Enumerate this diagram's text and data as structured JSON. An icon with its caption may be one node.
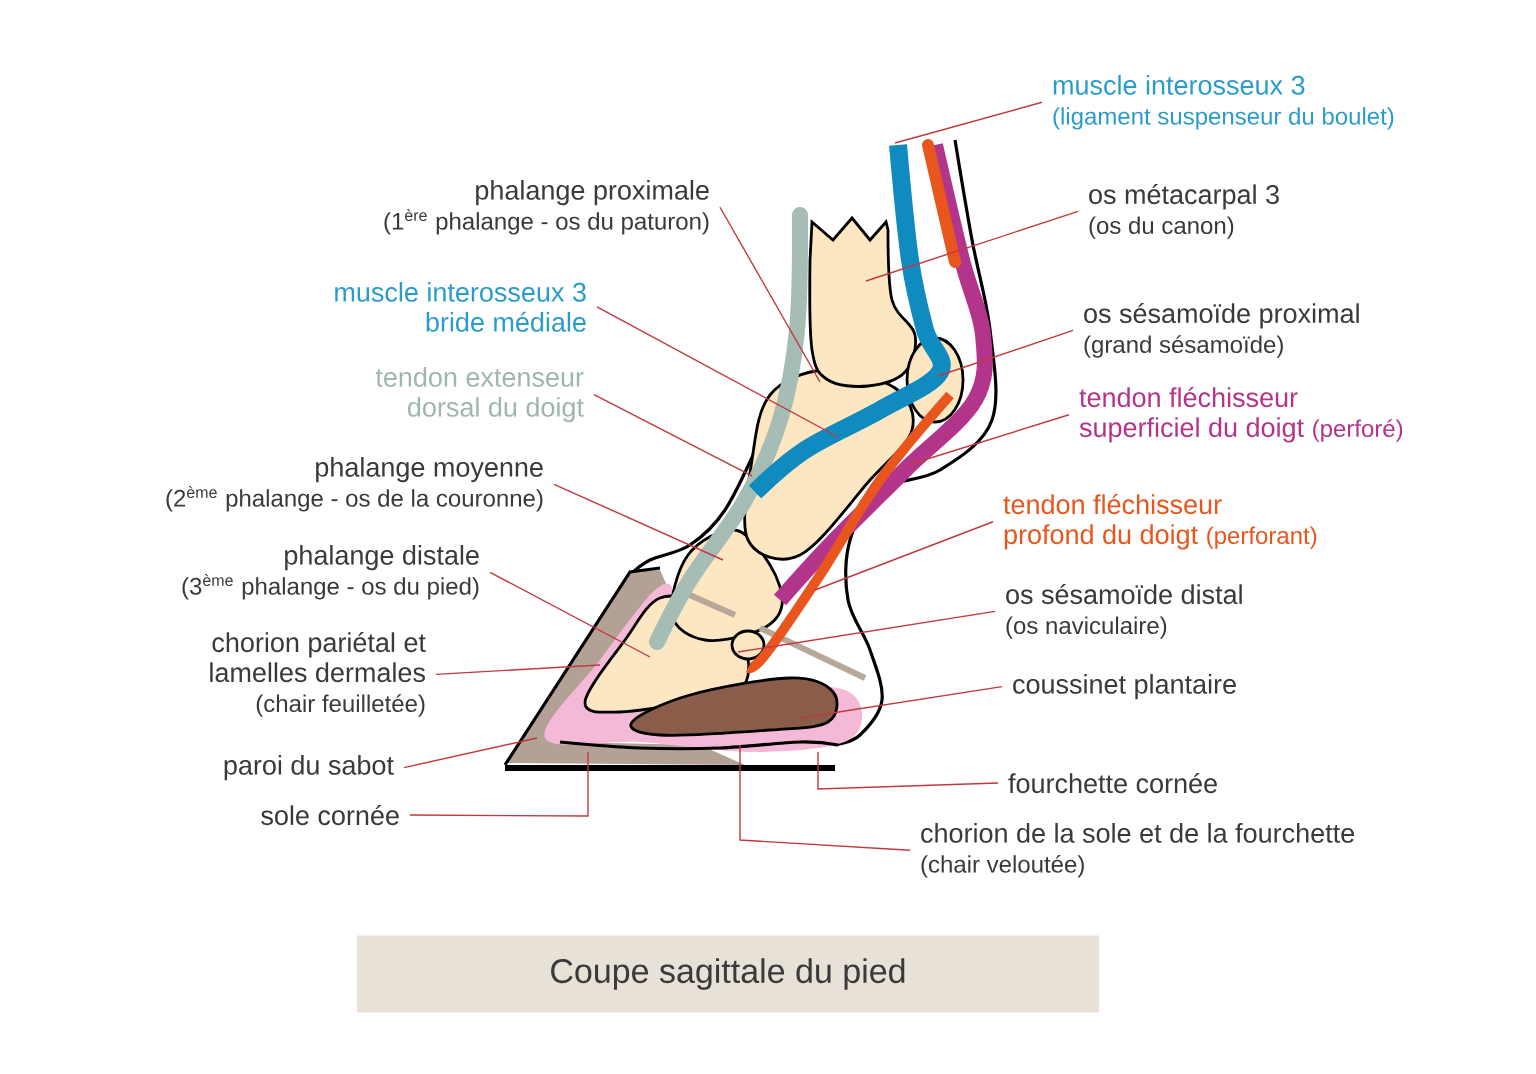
{
  "diagram": {
    "caption": "Coupe sagittale du pied",
    "nodes": [
      {
        "text": [
          "muscle interosseux 3",
          "(ligament suspenseur du boulet)"
        ]
      },
      {
        "text": [
          "os métacarpal 3",
          "(os du canon)"
        ]
      },
      {
        "text": [
          "os sésamoïde proximal",
          "(grand sésamoïde)"
        ]
      },
      {
        "text": [
          "tendon fléchisseur superficiel du doigt",
          "(perforé)"
        ]
      },
      {
        "text": [
          "tendon fléchisseur profond du doigt",
          "(perforant)"
        ]
      },
      {
        "text": [
          "os sésamoïde distal",
          "(os naviculaire)"
        ]
      },
      {
        "text": [
          "coussinet plantaire"
        ]
      },
      {
        "text": [
          "fourchette cornée"
        ]
      },
      {
        "text": [
          "chorion de la sole et de la fourchette",
          "(chair veloutée)"
        ]
      },
      {
        "text": [
          "phalange proximale",
          "(1$^{ère}$ phalange - os du paturon)"
        ]
      },
      {
        "text": [
          "muscle interosseux 3 bride médiale"
        ]
      },
      {
        "text": [
          "tendon extenseur dorsal du doigt"
        ]
      },
      {
        "text": [
          "phalange moyenne",
          "(2$^{ème}$ phalange - os de la couronne)"
        ]
      },
      {
        "text": [
          "phalange distale",
          "(3$^{ème}$ phalange - os du pied)"
        ]
      },
      {
        "text": [
          "chorion pariétal et lamelles dermales",
          "(chair feuilletée)"
        ]
      },
      {
        "text": [
          "paroi du sabot"
        ]
      },
      {
        "text": [
          "sole cornée"
        ]
      }
    ],
    "edges": [
      {
        "from": 0,
        "to": null,
        "arrow": "none"
      },
      {
        "from": 1,
        "to": null,
        "arrow": "none"
      },
      {
        "from": 2,
        "to": null,
        "arrow": "none"
      },
      {
        "from": 3,
        "to": null,
        "arrow": "none"
      },
      {
        "from": 4,
        "to": null,
        "arrow": "none"
      },
      {
        "from": 5,
        "to": null,
        "arrow": "none"
      },
      {
        "from": 6,
        "to": null,
        "arrow": "none"
      },
      {
        "from": 7,
        "to": null,
        "arrow": "none"
      },
      {
        "from": 8,
        "to": null,
        "arrow": "none"
      },
      {
        "from": 9,
        "to": null,
        "arrow": "none"
      },
      {
        "from": 10,
        "to": null,
        "arrow": "none"
      },
      {
        "from": 11,
        "to": null,
        "arrow": "none"
      },
      {
        "from": 12,
        "to": null,
        "arrow": "none"
      },
      {
        "from": 13,
        "to": null,
        "arrow": "none"
      },
      {
        "from": 14,
        "to": null,
        "arrow": "none"
      },
      {
        "from": 15,
        "to": null,
        "arrow": "none"
      },
      {
        "from": 16,
        "to": null,
        "arrow": "none"
      }
    ]
  }
}
